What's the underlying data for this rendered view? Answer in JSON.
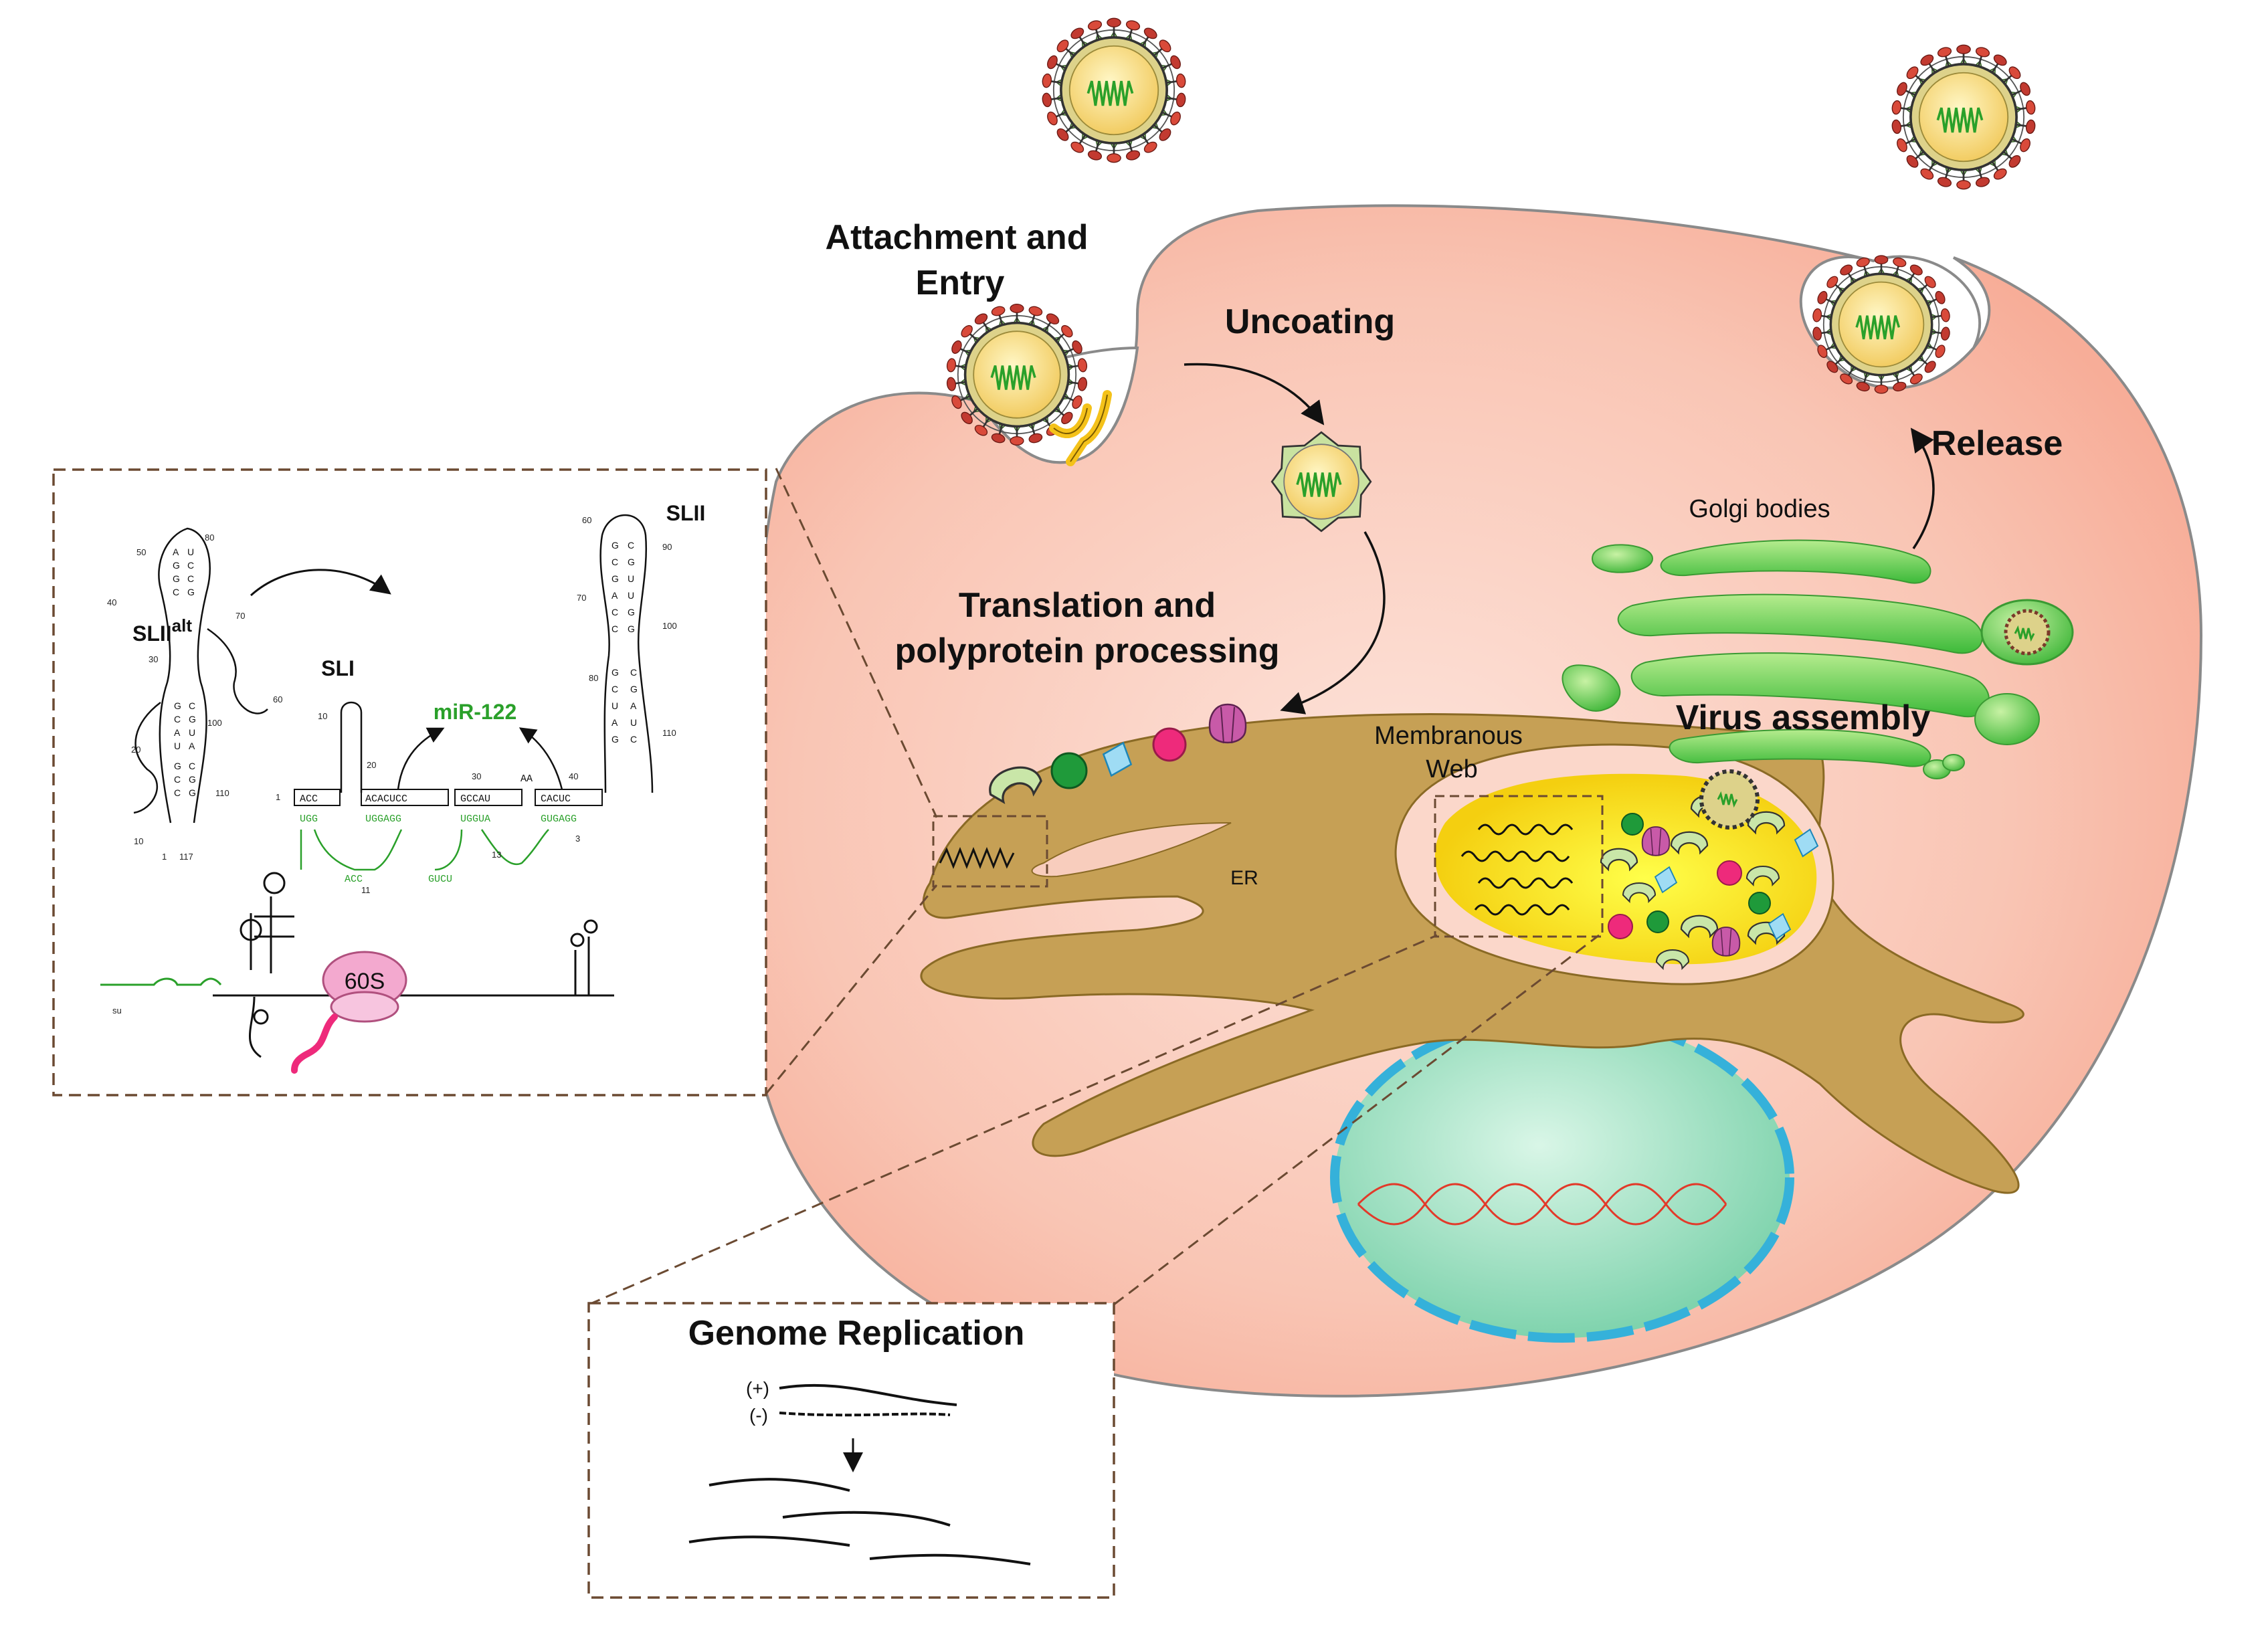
{
  "labels": {
    "attachment_line1": "Attachment and",
    "attachment_line2": "Entry",
    "uncoating": "Uncoating",
    "release": "Release",
    "golgi": "Golgi bodies",
    "translation_line1": "Translation and",
    "translation_line2": "polyprotein processing",
    "membranous_line1": "Membranous",
    "membranous_line2": "Web",
    "virus_assembly": "Virus assembly",
    "er": "ER",
    "genome_replication": "Genome Replication",
    "plus_strand": "(+)",
    "minus_strand": "(-)"
  },
  "inset_rna": {
    "slii_alt": "SLII",
    "slii_alt_sup": "alt",
    "sli": "SLI",
    "slii": "SLII",
    "mir": "miR-122",
    "ribosome": "60S",
    "su": "su",
    "pos_1": "1",
    "pos_117": "117",
    "pos_10": "10",
    "pos_20": "20",
    "pos_30": "30",
    "pos_40": "40",
    "pos_50": "50",
    "pos_60": "60",
    "pos_70": "70",
    "pos_80": "80",
    "pos_90": "90",
    "pos_100": "100",
    "pos_110": "110",
    "pos_13": "13",
    "pos_11": "11",
    "pos_3": "3",
    "box_1": "ACC",
    "box_2": "ACACUCC",
    "box_3": "GCCAU",
    "box_4": "CACUC",
    "green_1": "UGG",
    "green_2": "UGGAGG",
    "green_3": "UGGUA",
    "green_4": "GUGAGG",
    "green_loop_1": "ACC",
    "green_loop_2": "GUCU",
    "aa": "AA",
    "one": "1"
  },
  "colors": {
    "cell_fill": "#f8b9a6",
    "cell_stroke": "#8a8a8a",
    "er_fill": "#c6a055",
    "er_stroke": "#8a6a25",
    "web_fill": "#ffee22",
    "nucleus_fill": "#9fe0c2",
    "nucleus_dash": "#35b1da",
    "golgi": "#5cc84a",
    "rna_green": "#2aa02a",
    "pink": "#ee2a7b",
    "magenta_protein": "#c85aa8",
    "inset_border": "#6b4a32"
  }
}
